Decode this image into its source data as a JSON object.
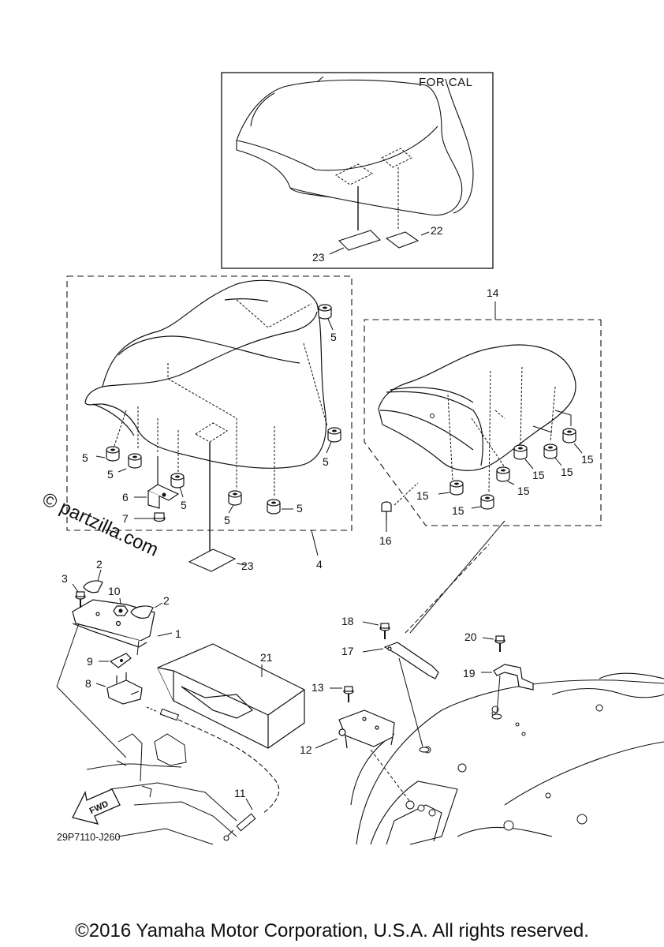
{
  "inset": {
    "label": "FOR CAL"
  },
  "callouts": {
    "c1": "1",
    "c2": "2",
    "c3": "3",
    "c4": "4",
    "c5": "5",
    "c6": "6",
    "c7": "7",
    "c8": "8",
    "c9": "9",
    "c10": "10",
    "c11": "11",
    "c12": "12",
    "c13": "13",
    "c14": "14",
    "c15": "15",
    "c16": "16",
    "c17": "17",
    "c18": "18",
    "c19": "19",
    "c20": "20",
    "c21": "21",
    "c22": "22",
    "c23": "23"
  },
  "arrow_label": "FWD",
  "diagram_code": "29P7110-J260",
  "watermark": "© partzilla.com",
  "footer": {
    "copyright": "©2016 Yamaha Motor Corporation, U.S.A. All rights reserved."
  }
}
